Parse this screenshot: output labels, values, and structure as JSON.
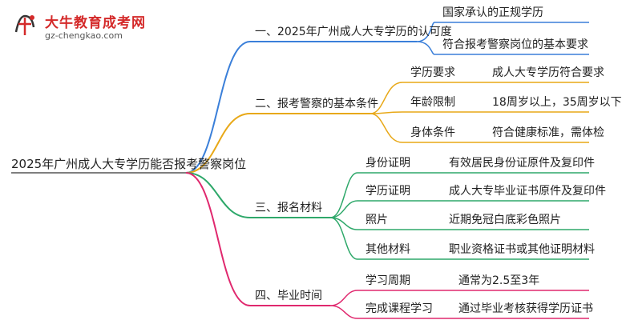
{
  "logo": {
    "title": "大牛教育成考网",
    "url": "gz-chengkao.com",
    "mark_text": "大牛"
  },
  "root": "2025年广州成人大专学历能否报考警察岗位",
  "branches": [
    {
      "label": "一、2025年广州成人大专学历的认可度",
      "color": "#3a7fd9",
      "items": [
        {
          "label": "国家承认的正规学历"
        },
        {
          "label": "符合报考警察岗位的基本要求"
        }
      ]
    },
    {
      "label": "二、报考警察的基本条件",
      "color": "#e8a817",
      "items": [
        {
          "label": "学历要求",
          "detail": "成人大专学历符合要求"
        },
        {
          "label": "年龄限制",
          "detail": "18周岁以上，35周岁以下"
        },
        {
          "label": "身体条件",
          "detail": "符合健康标准，需体检"
        }
      ]
    },
    {
      "label": "三、报名材料",
      "color": "#2ea86a",
      "items": [
        {
          "label": "身份证明",
          "detail": "有效居民身份证原件及复印件"
        },
        {
          "label": "学历证明",
          "detail": "成人大专毕业证书原件及复印件"
        },
        {
          "label": "照片",
          "detail": "近期免冠白底彩色照片"
        },
        {
          "label": "其他材料",
          "detail": "职业资格证书或其他证明材料"
        }
      ]
    },
    {
      "label": "四、毕业时间",
      "color": "#e0286e",
      "items": [
        {
          "label": "学习周期",
          "detail": "通常为2.5至3年"
        },
        {
          "label": "完成课程学习",
          "detail": "通过毕业考核获得学历证书"
        }
      ]
    }
  ]
}
